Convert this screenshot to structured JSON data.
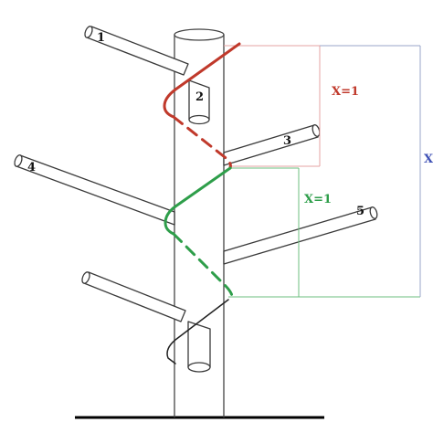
{
  "branch_labels": {
    "b1": "1",
    "b2": "2",
    "b3": "3",
    "b4": "4",
    "b5": "5"
  },
  "annotations": {
    "red_interval": "X=1",
    "green_interval": "X=1",
    "total_interval_partial": "X"
  },
  "colors": {
    "red": "#c0392b",
    "green": "#2e9e4a",
    "red_guide": "#e6a3a3",
    "green_guide": "#6cbf7f",
    "blue_guide": "#9aa6c8",
    "blue_label": "#3f51b5",
    "ground": "#000000"
  }
}
